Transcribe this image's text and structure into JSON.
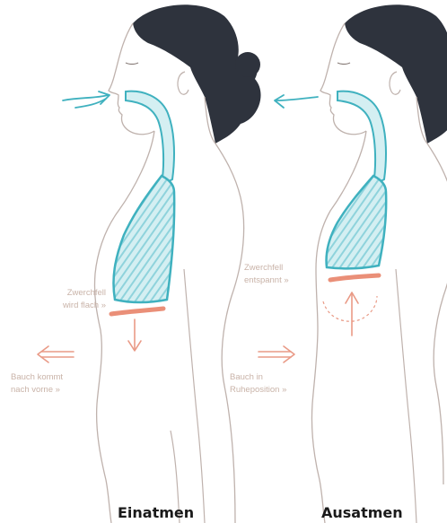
{
  "colors": {
    "outline": "#bfb2ad",
    "hair": "#2e333d",
    "lung_stroke": "#3fb1bf",
    "lung_fill": "#8fd3dc",
    "diaphragm": "#ea8f78",
    "arrow": "#e99a86",
    "label_text": "#c9b3a8",
    "caption_text": "#1a1a1a"
  },
  "icons": {
    "air_arrow": "double-line-arrow-left",
    "diaphragm_move": "down-arrow / up-arrow",
    "belly_move": "double-line-arrow"
  },
  "panels": [
    {
      "caption": "Einatmen",
      "diaphragm_label": [
        "Zwerchfell",
        "wird flach »"
      ],
      "belly_label": [
        "Bauch kommt",
        "nach vorne »"
      ]
    },
    {
      "caption": "Ausatmen",
      "diaphragm_label": [
        "Zwerchfell",
        "entspannt »"
      ],
      "belly_label": [
        "Bauch in",
        "Ruheposition »"
      ]
    }
  ]
}
